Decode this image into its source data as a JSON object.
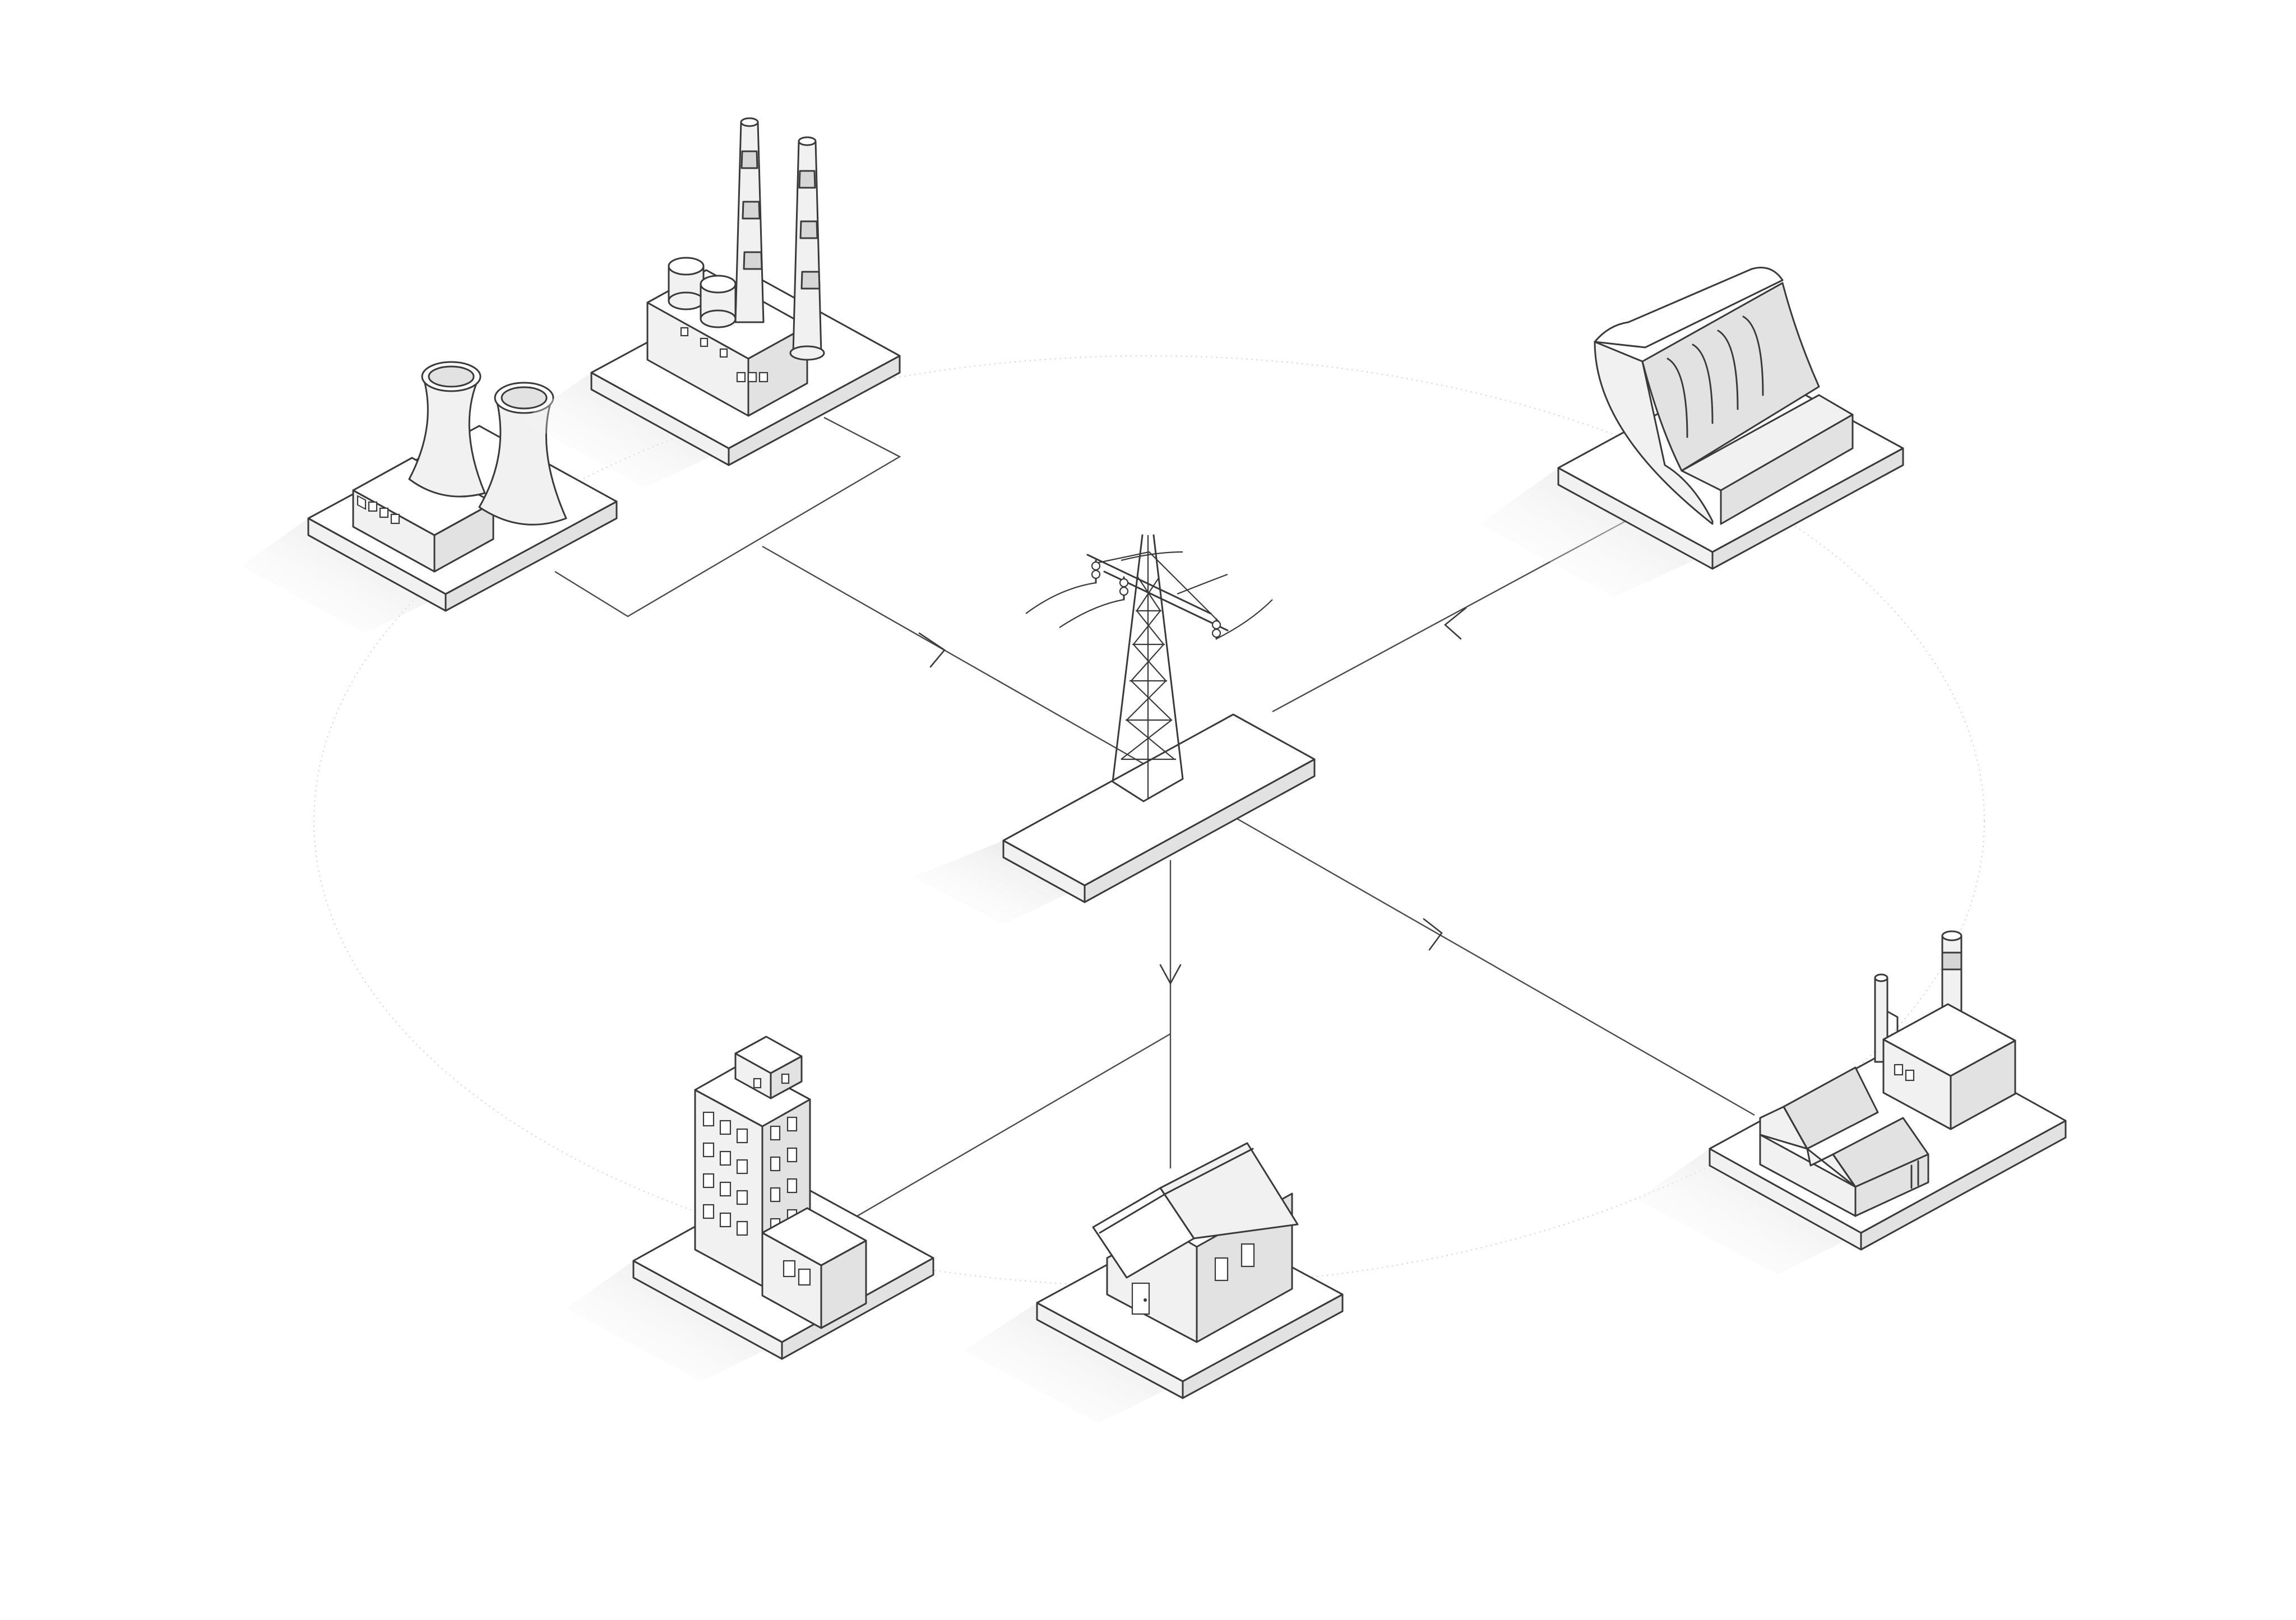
{
  "diagram": {
    "type": "isometric power distribution network",
    "nodes": [
      {
        "id": "nuclear-plant",
        "kind": "nuclear power plant"
      },
      {
        "id": "thermal-plant",
        "kind": "thermal power plant"
      },
      {
        "id": "hydro-dam",
        "kind": "hydroelectric dam"
      },
      {
        "id": "transmission-tower",
        "kind": "transmission tower"
      },
      {
        "id": "office-building",
        "kind": "office building"
      },
      {
        "id": "house",
        "kind": "residential house"
      },
      {
        "id": "factory",
        "kind": "factory"
      }
    ],
    "edges": [
      {
        "from": "nuclear-plant",
        "to": "transmission-tower"
      },
      {
        "from": "thermal-plant",
        "to": "transmission-tower"
      },
      {
        "from": "hydro-dam",
        "to": "transmission-tower"
      },
      {
        "from": "transmission-tower",
        "to": "house"
      },
      {
        "from": "transmission-tower",
        "to": "office-building"
      },
      {
        "from": "transmission-tower",
        "to": "factory"
      }
    ],
    "colors": {
      "line": "#3a3a3a",
      "fill": "#ffffff",
      "shade": "#f1f1f1",
      "ring": "#cfcfcf"
    }
  }
}
